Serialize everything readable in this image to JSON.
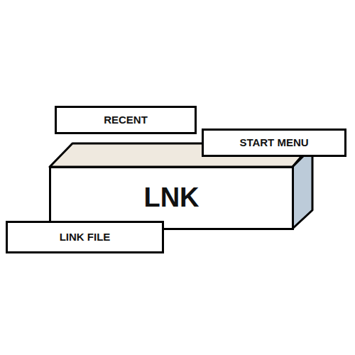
{
  "diagram": {
    "nodes": [
      {
        "text": [
          "RECENT"
        ]
      },
      {
        "text": [
          "START MENU"
        ]
      },
      {
        "text": [
          "LNK"
        ]
      },
      {
        "text": [
          "LINK FILE"
        ]
      }
    ]
  }
}
